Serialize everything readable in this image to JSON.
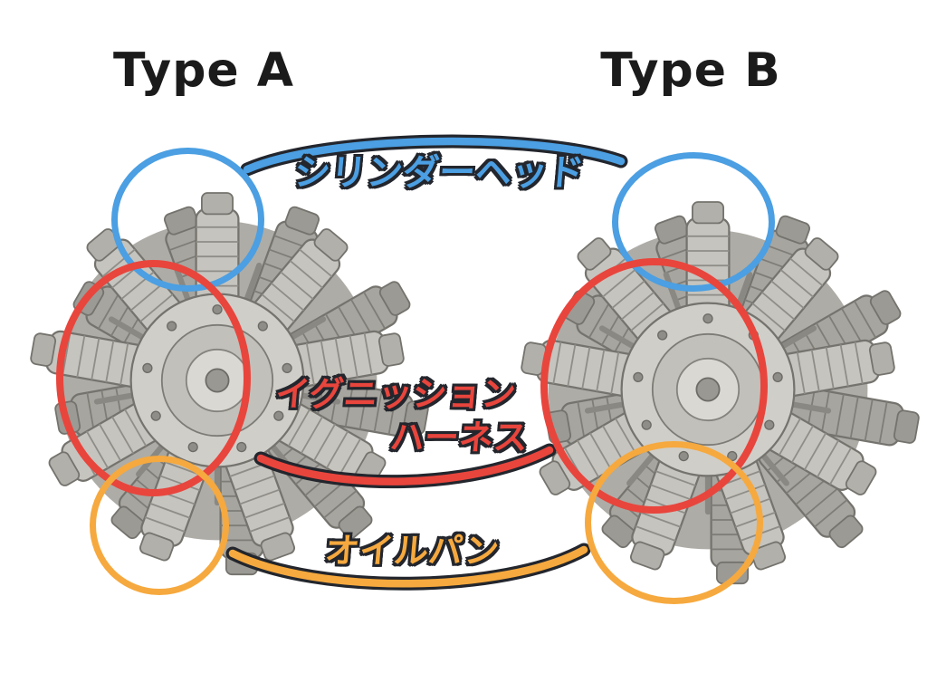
{
  "titles": {
    "left": "Type A",
    "right": "Type B"
  },
  "annotations": {
    "cylinder_head": {
      "label": "シリンダーヘッド",
      "color": "#4b9fe2"
    },
    "ignition_harness": {
      "label_line1": "イグニッション",
      "label_line2": "ハーネス",
      "color": "#e8453d"
    },
    "oil_pan": {
      "label": "オイルパン",
      "color": "#f6a93e"
    }
  },
  "illustration": {
    "left": "radial-engine-3d-render-type-a",
    "right": "radial-engine-3d-render-type-b"
  },
  "colors": {
    "blue": "#4b9fe2",
    "red": "#e8453d",
    "orange": "#f6a93e",
    "outline": "#23262d",
    "title": "#1b1b1b",
    "background": "#ffffff",
    "engine_gray": "#c6c4be"
  }
}
